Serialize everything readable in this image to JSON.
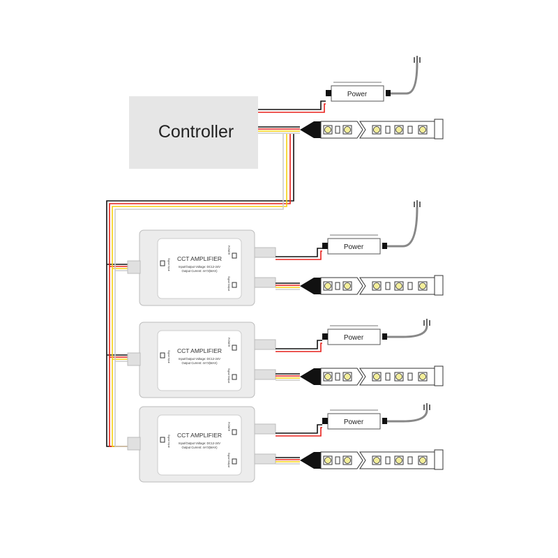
{
  "controller": {
    "label": "Controller"
  },
  "power_label": "Power",
  "amplifier": {
    "title": "CCT AMPLIFIER",
    "spec_voltage": "Input/Output Voltage: DC12-24V",
    "spec_current": "Output Current: 4A*3(MAX)",
    "port_power": "POWER",
    "port_signal_output": "Signal Output",
    "port_signal_input": "Signal Input"
  },
  "amplifier_count": 3,
  "colors": {
    "controller_fill": "#e6e6e6",
    "wire_red": "#e8201c",
    "wire_yellow": "#f5d010",
    "wire_black": "#111111",
    "wire_white": "#cccccc",
    "led_yellow": "#f3ee9a"
  }
}
